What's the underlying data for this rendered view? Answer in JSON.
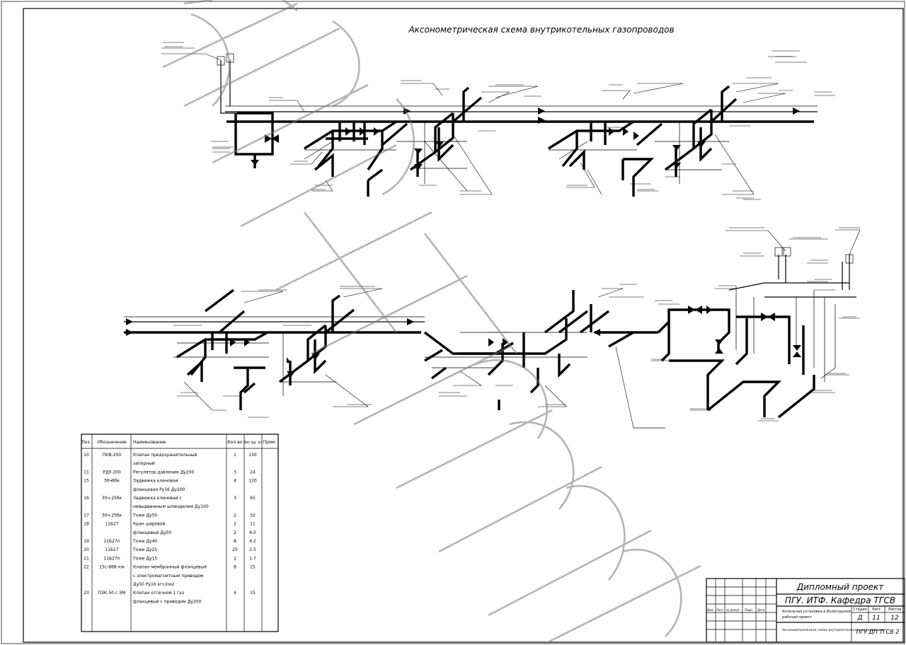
{
  "drawing": {
    "title": "Аксонометрическая схема внутрикотельных газопроводов"
  },
  "spec_table": {
    "headers": [
      "Поз.",
      "Обозначение",
      "Наименование",
      "Кол-во",
      "Вес ед. кг",
      "Прим."
    ],
    "rows": [
      {
        "pos": "10",
        "code": "ПКВ-200",
        "name": "Клапан предохранительный",
        "qty": "1",
        "mass": "150"
      },
      {
        "pos": "",
        "code": "",
        "name": "запорный",
        "qty": "",
        "mass": ""
      },
      {
        "pos": "11",
        "code": "РДУ-200",
        "name": "Регулятор давления Ду200",
        "qty": "3",
        "mass": "24"
      },
      {
        "pos": "15",
        "code": "30ч6бк",
        "name": "Задвижка клиновая",
        "qty": "4",
        "mass": "120"
      },
      {
        "pos": "",
        "code": "",
        "name": "фланцевая Ру16 Ду200",
        "qty": "",
        "mass": ""
      },
      {
        "pos": "16",
        "code": "30ч-25бк",
        "name": "Задвижка клиновая с",
        "qty": "3",
        "mass": "65"
      },
      {
        "pos": "",
        "code": "",
        "name": "невыдвижным шпинделем Ду100",
        "qty": "",
        "mass": ""
      },
      {
        "pos": "17",
        "code": "30ч-25бк",
        "name": "Тоже Ду50",
        "qty": "2",
        "mass": "32"
      },
      {
        "pos": "18",
        "code": "11Б27",
        "name": "Кран шаровой",
        "qty": "2",
        "mass": "11"
      },
      {
        "pos": "",
        "code": "",
        "name": "фланцевый Ду50",
        "qty": "2",
        "mass": "6.0"
      },
      {
        "pos": "19",
        "code": "11Б27п",
        "name": "Тоже Ду40",
        "qty": "8",
        "mass": "4.2"
      },
      {
        "pos": "20",
        "code": "11Б27",
        "name": "Тоже Ду25",
        "qty": "25",
        "mass": "2.5"
      },
      {
        "pos": "21",
        "code": "11Б27п",
        "name": "Тоже Ду15",
        "qty": "2",
        "mass": "1.7"
      },
      {
        "pos": "22",
        "code": "15с-888 нж",
        "name": "Клапан мембранный фланцевый",
        "qty": "8",
        "mass": "15"
      },
      {
        "pos": "",
        "code": "",
        "name": "с электромагнитным приводом",
        "qty": "",
        "mass": ""
      },
      {
        "pos": "",
        "code": "",
        "name": "Ду50 Ру16 кгс/см2",
        "qty": "",
        "mass": ""
      },
      {
        "pos": "23",
        "code": "ПЗК-50 с ЭМ",
        "name": "Клапан отсечной 1 газ",
        "qty": "4",
        "mass": "15"
      },
      {
        "pos": "",
        "code": "",
        "name": "фланцевый с приводом Ду200",
        "qty": "",
        "mass": ""
      }
    ]
  },
  "title_block": {
    "project": "Дипломный проект",
    "org": "ПГУ. ИТФ. Кафедра ТГСВ",
    "object": "Котельная установка в Вологодской",
    "object2": "рабочий проект",
    "sheet_title": "Аксонометрическая схема внутрикотельных газопроводов",
    "stage": "Д",
    "sheet": "11",
    "sheets": "12",
    "code": "ПГУ ДП ТГСВ 2",
    "stamp_headers": [
      "Изм.",
      "Лист",
      "№ докум.",
      "Подп.",
      "Дата"
    ],
    "col_labels": [
      "Стадия",
      "Лист",
      "Листов"
    ]
  }
}
